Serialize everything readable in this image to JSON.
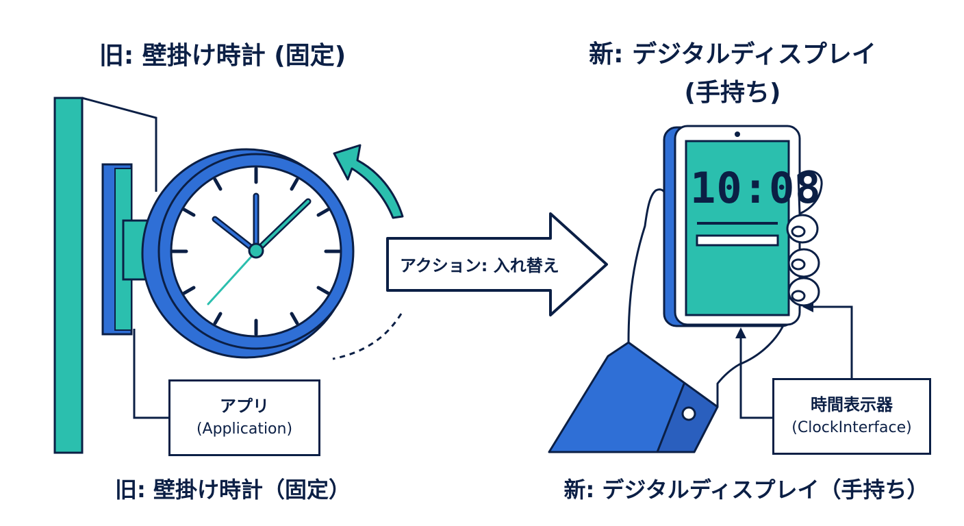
{
  "titles": {
    "left_top": "旧: 壁掛け時計 (固定)",
    "right_top_line1": "新: デジタルディスプレイ",
    "right_top_line2": "(手持ち)",
    "left_bottom": "旧: 壁掛け時計（固定）",
    "right_bottom": "新: デジタルディスプレイ（手持ち）"
  },
  "labels": {
    "app_line1": "アプリ",
    "app_line2": "(Application)",
    "clock_line1": "時間表示器",
    "clock_line2": "(ClockInterface)",
    "action": "アクション: 入れ替え"
  },
  "display": {
    "time": "10:08"
  },
  "colors": {
    "navy": "#0b1f45",
    "teal": "#2bbfae",
    "blue": "#2f6fd6",
    "white": "#ffffff"
  }
}
